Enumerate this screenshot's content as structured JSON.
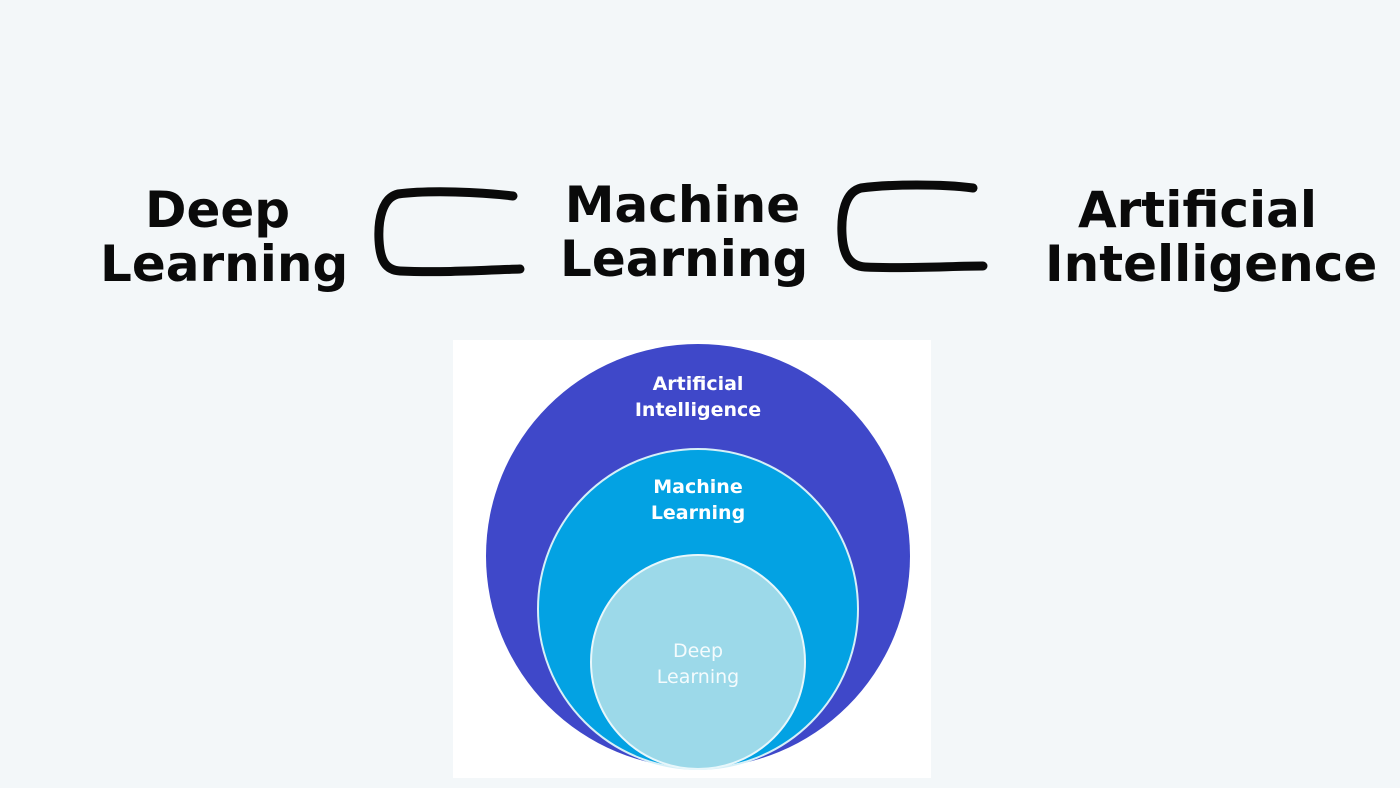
{
  "terms": {
    "deep_learning": [
      "Deep",
      "Learning"
    ],
    "machine_learning": [
      "Machine",
      "Learning"
    ],
    "artificial_intelligence": [
      "Artificial",
      "Intelligence"
    ]
  },
  "subset_icon": "subset-of-icon",
  "venn": {
    "outer": {
      "lines": [
        "Artificial",
        "Intelligence"
      ],
      "color": "#3f48c9"
    },
    "middle": {
      "lines": [
        "Machine",
        "Learning"
      ],
      "color": "#03a2e3"
    },
    "inner": {
      "lines": [
        "Deep",
        "Learning"
      ],
      "color": "#9cd9e9"
    }
  }
}
